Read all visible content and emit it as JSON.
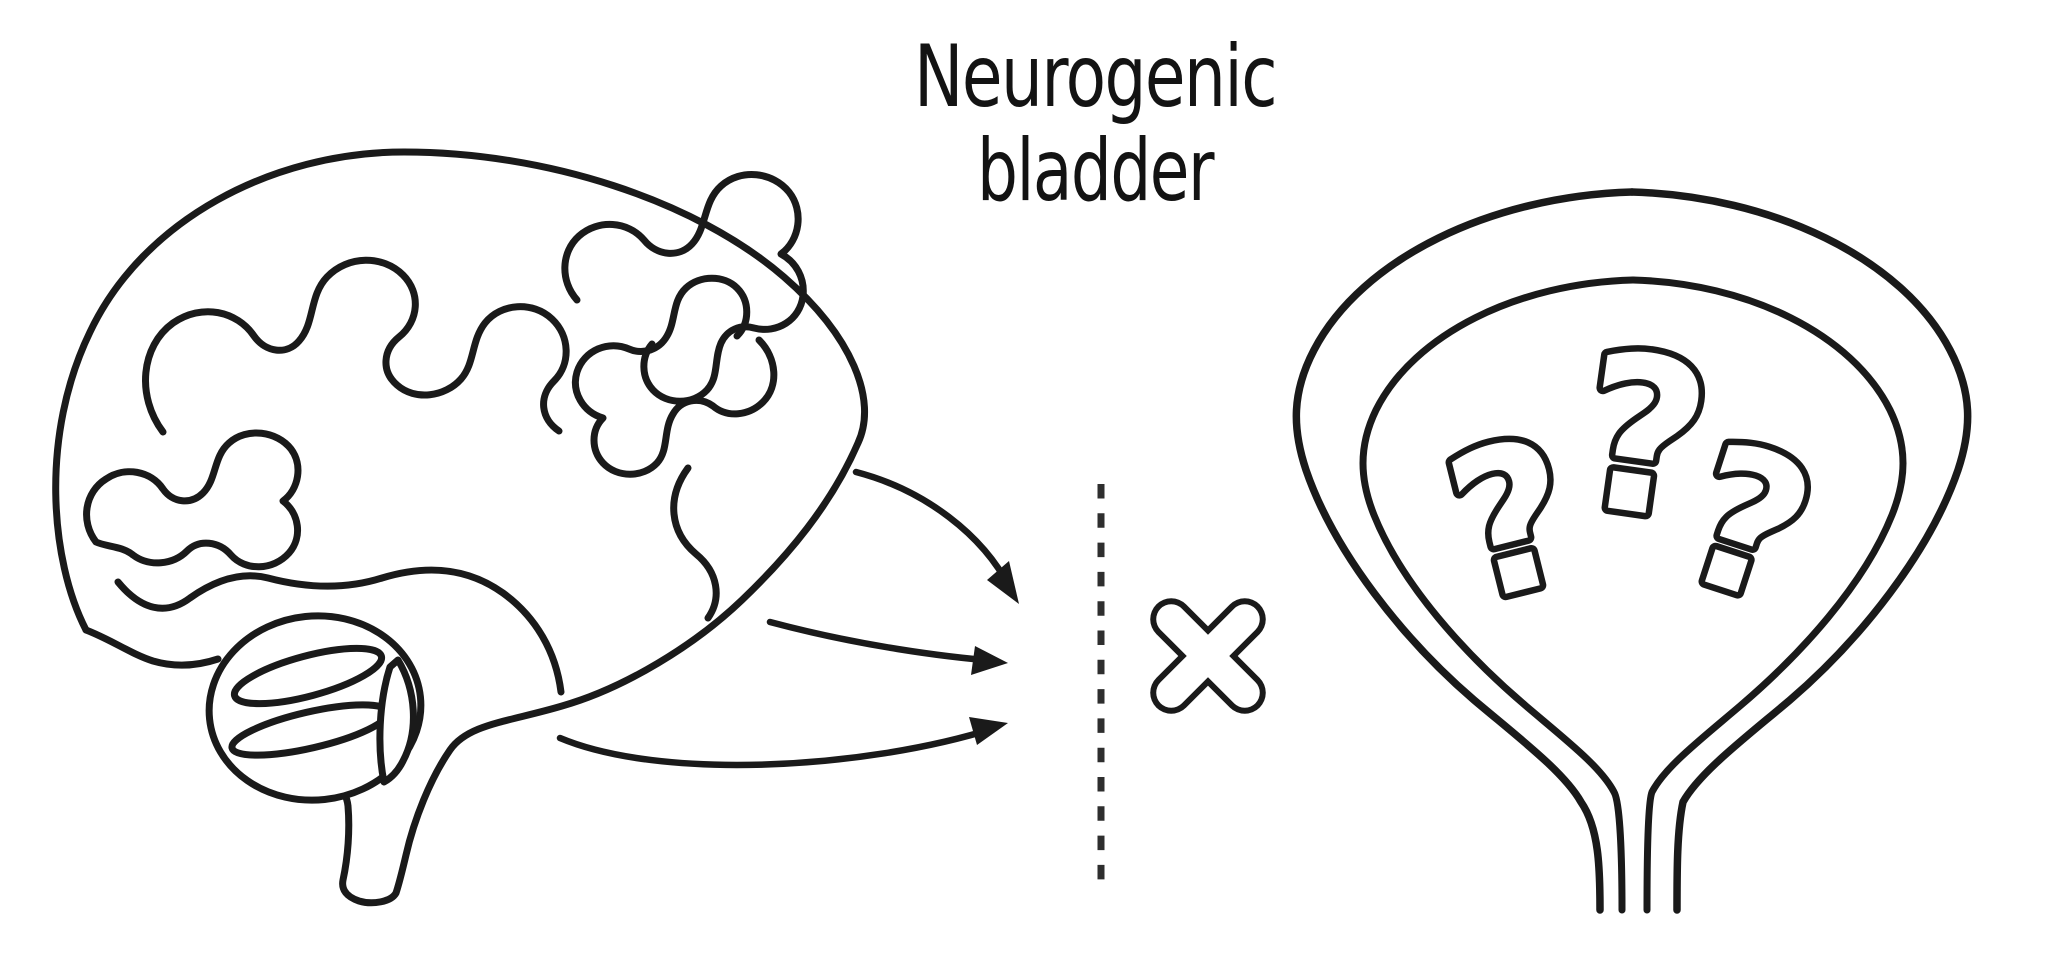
{
  "canvas": {
    "background": "#ffffff",
    "ink_color": "#1a1a1a"
  },
  "title": {
    "line1": "Neurogenic",
    "line2": "bladder"
  },
  "illustration": {
    "brain_icon": "brain-side-view-line-art",
    "arrows": {
      "count": 3,
      "icon": "curved-right-arrow"
    },
    "blocked_line_icon": "vertical-dashed-line",
    "x_icon": "blocked-signal-x",
    "bladder_icon": "bladder-line-art",
    "question_marks": [
      "?",
      "?",
      "?"
    ]
  }
}
